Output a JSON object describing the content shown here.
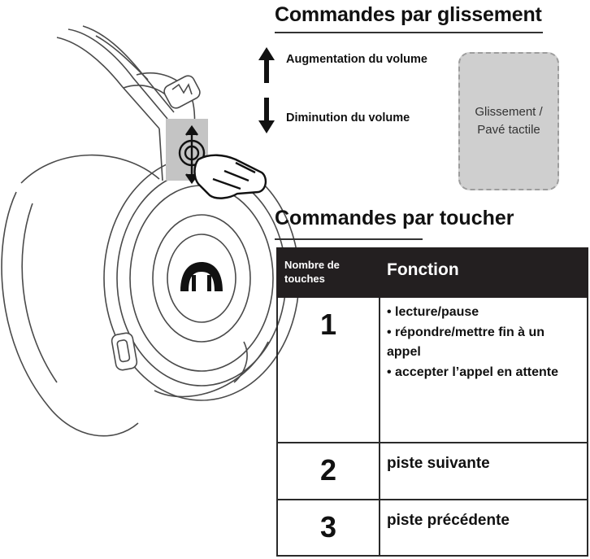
{
  "swipe_section": {
    "title": "Commandes par glissement",
    "volume_up": "Augmentation du volume",
    "volume_down": "Diminution du volume",
    "touchpad_line1": "Glissement /",
    "touchpad_line2": "Pavé tactile"
  },
  "touch_section": {
    "title": "Commandes par toucher",
    "header_count": "Nombre de touches",
    "header_function": "Fonction",
    "rows": [
      {
        "count": "1",
        "functions": [
          "• lecture/pause",
          "• répondre/mettre fin à un appel",
          "• accepter l’appel en attente"
        ]
      },
      {
        "count": "2",
        "function": "piste suivante"
      },
      {
        "count": "3",
        "function": "piste précédente"
      }
    ]
  },
  "colors": {
    "table_header_bg": "#231f20",
    "touchpad_fill": "#cfcfcf"
  },
  "icons": [
    "headphone-illustration",
    "hand-swipe-icon",
    "monster-logo-icon",
    "arrow-up-icon",
    "arrow-down-icon"
  ]
}
